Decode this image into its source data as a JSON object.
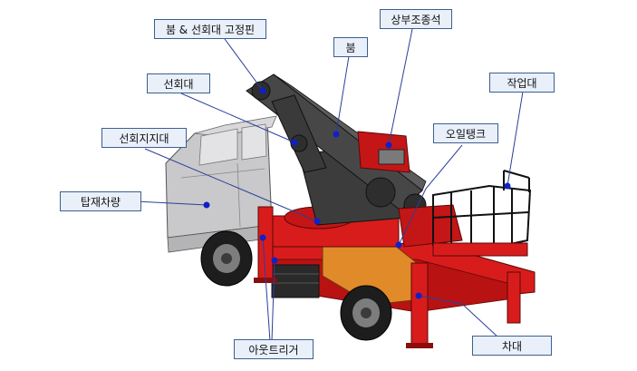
{
  "labels": {
    "boom_pin": "붐 & 선회대 고정핀",
    "upper_control": "상부조종석",
    "boom": "붐",
    "turntable": "선회대",
    "work_platform": "작업대",
    "turntable_support": "선회지지대",
    "oil_tank": "오일탱크",
    "carrier_vehicle": "탑재차량",
    "outrigger": "아웃트리거",
    "sub_frame": "차대"
  },
  "colors": {
    "label_fill": "#e9f0fa",
    "label_border": "#3d5f8f",
    "leader_line": "#2a3f9a",
    "dot": "#1020c8",
    "body_red": "#d81c1c",
    "cab_grey": "#c9c9cb",
    "boom_grey": "#444444",
    "orange": "#e08a2a"
  }
}
